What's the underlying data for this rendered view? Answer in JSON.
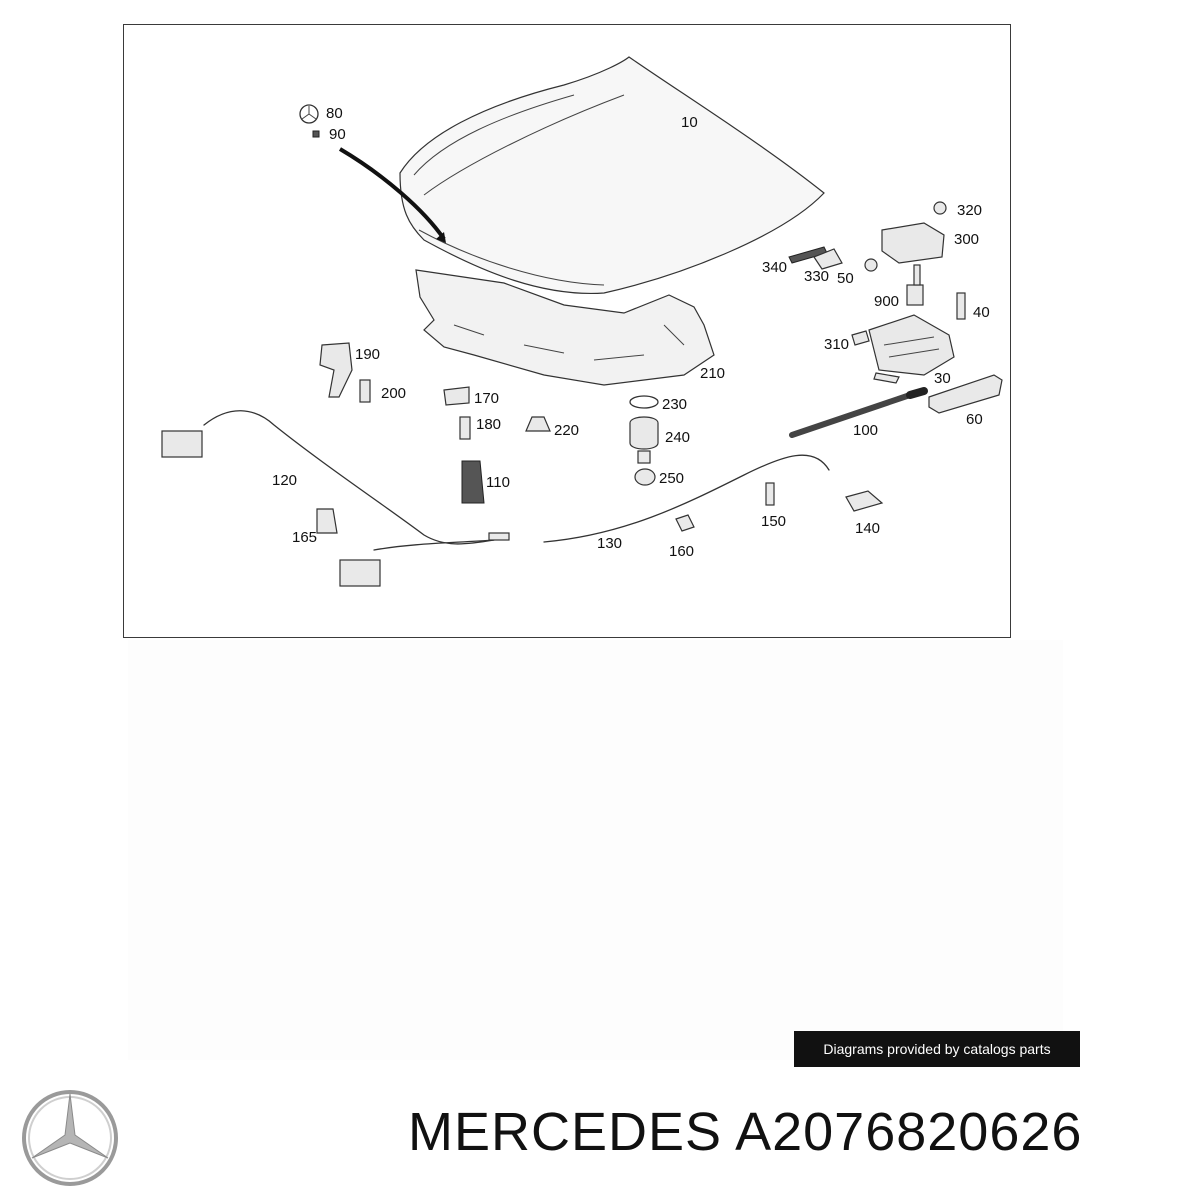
{
  "diagram": {
    "part_labels": {
      "p10": "10",
      "p80": "80",
      "p90": "90",
      "p320": "320",
      "p300": "300",
      "p340": "340",
      "p330": "330",
      "p50": "50",
      "p900": "900",
      "p40": "40",
      "p310": "310",
      "p30": "30",
      "p190": "190",
      "p200": "200",
      "p170": "170",
      "p180": "180",
      "p220": "220",
      "p230": "230",
      "p240": "240",
      "p250": "250",
      "p210": "210",
      "p100": "100",
      "p60": "60",
      "p110": "110",
      "p120": "120",
      "p165": "165",
      "p130": "130",
      "p160": "160",
      "p150": "150",
      "p140": "140"
    }
  },
  "credit": {
    "text": "Diagrams provided by catalogs parts"
  },
  "brand": {
    "name": "MERCEDES",
    "part_number": "A2076820626",
    "logo_icon": "mercedes-star-icon"
  }
}
